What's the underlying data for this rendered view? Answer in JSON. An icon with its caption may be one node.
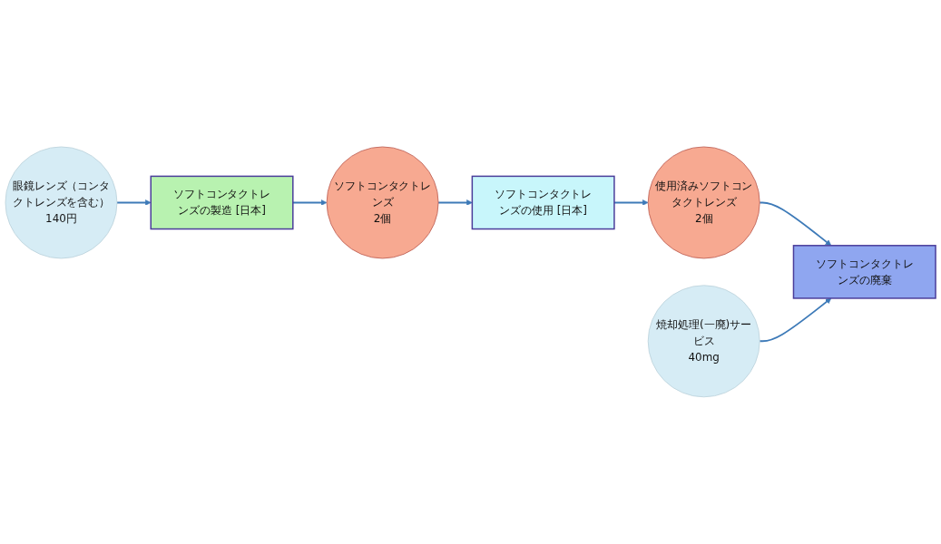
{
  "diagram": {
    "nodes": [
      {
        "text": [
          "眼鏡レンズ（コンタクトレンズを含む）",
          "140円"
        ]
      },
      {
        "text": [
          "ソフトコンタクトレンズの製造 [日本]"
        ]
      },
      {
        "text": [
          "ソフトコンタクトレンズ",
          "2個"
        ]
      },
      {
        "text": [
          "ソフトコンタクトレンズの使用 [日本]"
        ]
      },
      {
        "text": [
          "使用済みソフトコンタクトレンズ",
          "2個"
        ]
      },
      {
        "text": [
          "焼却処理(一廃)サービス",
          "40mg"
        ]
      },
      {
        "text": [
          "ソフトコンタクトレンズの廃棄"
        ]
      }
    ],
    "edges": [
      {
        "from": 0,
        "to": 1,
        "arrow": "to"
      },
      {
        "from": 1,
        "to": 2,
        "arrow": "to"
      },
      {
        "from": 2,
        "to": 3,
        "arrow": "to"
      },
      {
        "from": 3,
        "to": 4,
        "arrow": "to"
      },
      {
        "from": 4,
        "to": 6,
        "arrow": "to"
      },
      {
        "from": 5,
        "to": 6,
        "arrow": "to"
      }
    ]
  }
}
